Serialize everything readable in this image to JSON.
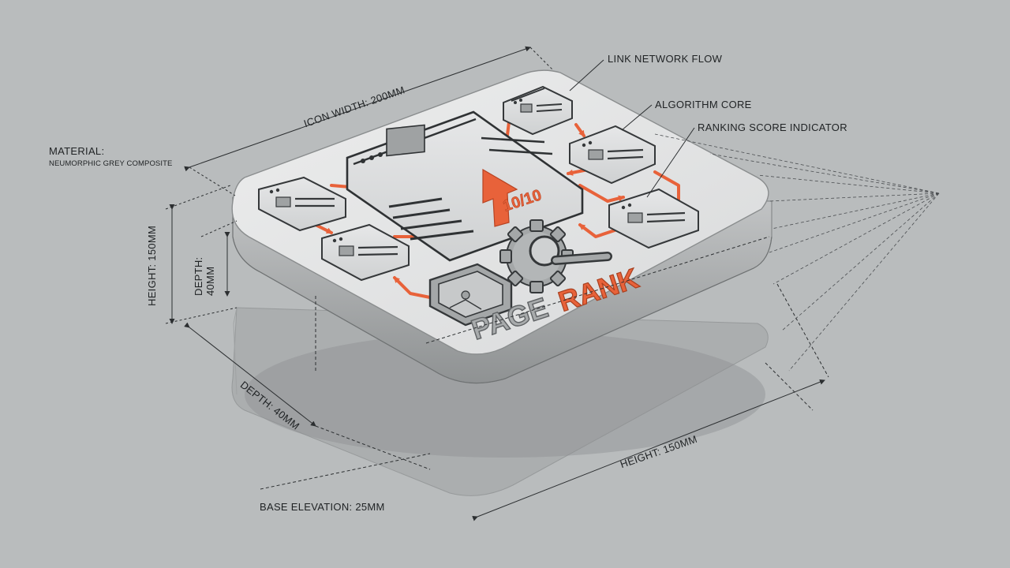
{
  "callouts": {
    "link_network_flow": "LINK NETWORK FLOW",
    "algorithm_core": "ALGORITHM CORE",
    "ranking_score_indicator": "RANKING SCORE INDICATOR"
  },
  "dimensions": {
    "icon_width": "ICON WIDTH: 200MM",
    "height_left": "HEIGHT: 150MM",
    "depth_left": "DEPTH: 40MM",
    "depth_bottom": "DEPTH: 40MM",
    "height_bottom": "HEIGHT: 150MM",
    "base_elevation": "BASE ELEVATION: 25MM"
  },
  "material": {
    "title": "MATERIAL:",
    "value": "NEUMORPHIC GREY COMPOSITE"
  },
  "score_badge": "10/10",
  "logo": {
    "part1": "PAGE",
    "part2": "RANK"
  },
  "colors": {
    "background": "#b9bcbd",
    "tile_top": "#e4e5e6",
    "tile_side": "#a9acad",
    "accent": "#e8623a",
    "line": "#3a3d40"
  }
}
